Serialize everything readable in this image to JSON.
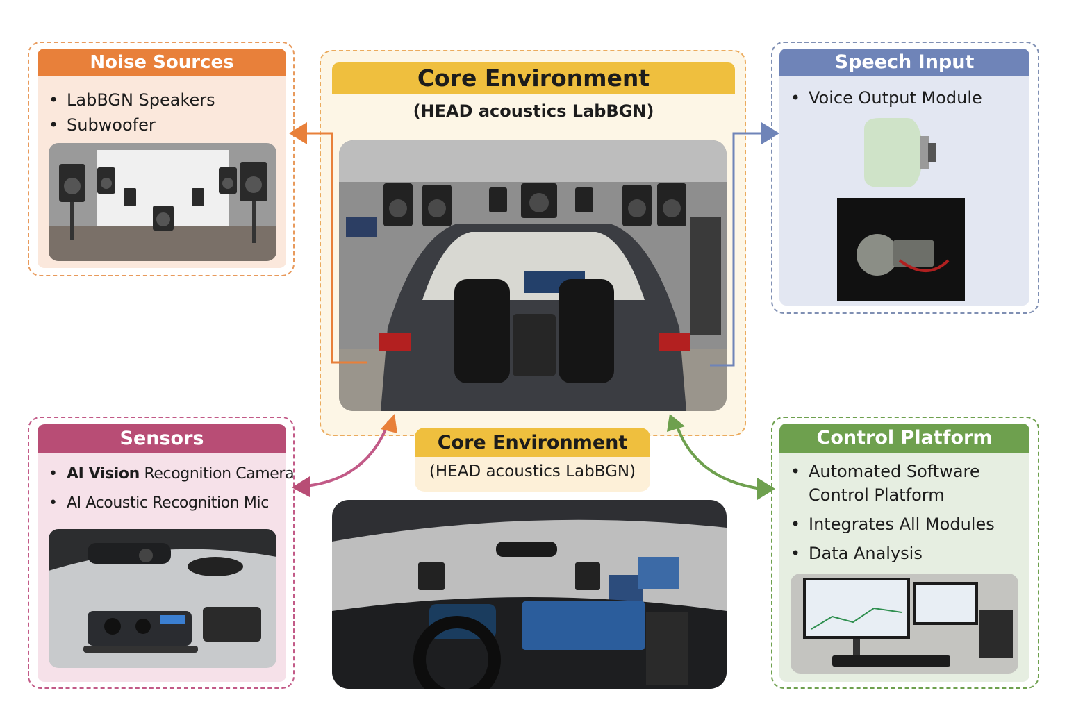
{
  "noise": {
    "title": "Noise Sources",
    "items": [
      "LabBGN Speakers",
      "Subwoofer"
    ],
    "color": "#e8803a",
    "photo_icon": "speaker-lab-photo"
  },
  "core": {
    "title": "Core Environment",
    "subtitle": "(HEAD acoustics LabBGN)",
    "color": "#efbf3e",
    "photo_icon": "car-cabin-photo"
  },
  "speech": {
    "title": "Speech Input",
    "items": [
      "Voice Output Module"
    ],
    "color": "#6f84b8",
    "photo_icon": "mouth-simulator-photo"
  },
  "sensors": {
    "title": "Sensors",
    "items": [
      {
        "bold": "AI Vision",
        "rest": " Recognition Camera"
      },
      {
        "bold": "",
        "rest": "AI Acoustic Recognition Mic"
      }
    ],
    "color": "#b84d75",
    "photo_icon": "camera-mic-photo"
  },
  "core2": {
    "title": "Core Environment",
    "subtitle": "(HEAD acoustics LabBGN)"
  },
  "control": {
    "title": "Control Platform",
    "items": [
      "Automated Software Control Platform",
      "Integrates All Modules",
      "Data Analysis"
    ],
    "color": "#6ea04e",
    "photo_icon": "workstation-photo"
  },
  "dashboard": {
    "photo_icon": "dashboard-photo"
  }
}
